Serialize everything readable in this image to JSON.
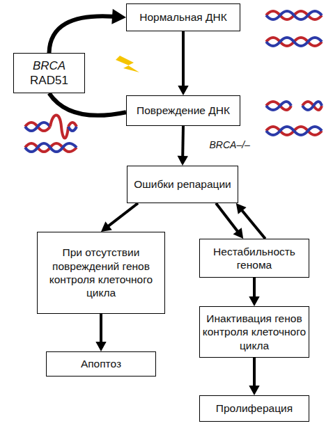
{
  "diagram": {
    "nodes": [
      {
        "text": [
          "Нормальная ДНК"
        ]
      },
      {
        "text": [
          "BRCA",
          "RAD51"
        ]
      },
      {
        "text": [
          "Повреждение ДНК"
        ]
      },
      {
        "text": [
          "Ошибки репарации"
        ]
      },
      {
        "text": [
          "При отсутствии повреждений генов контроля клеточного цикла"
        ]
      },
      {
        "text": [
          "Нестабильность генома"
        ]
      },
      {
        "text": [
          "Апоптоз"
        ]
      },
      {
        "text": [
          "Инактивация генов контроля клеточного цикла"
        ]
      },
      {
        "text": [
          "Пролиферация"
        ]
      }
    ],
    "edges": [
      {
        "from": 0,
        "to": 2,
        "arrow": "to"
      },
      {
        "from": 2,
        "to": 3,
        "label": "BRCA–/–",
        "arrow": "to"
      },
      {
        "from": 3,
        "to": 4,
        "arrow": "to"
      },
      {
        "from": 3,
        "to": 5,
        "arrow": "to"
      },
      {
        "from": 5,
        "to": 3,
        "arrow": "to"
      },
      {
        "from": 4,
        "to": 6,
        "arrow": "to"
      },
      {
        "from": 5,
        "to": 7,
        "arrow": "to"
      },
      {
        "from": 7,
        "to": 8,
        "arrow": "to"
      },
      {
        "from": 2,
        "to": 1,
        "arrow": "none"
      },
      {
        "from": 1,
        "to": 0,
        "arrow": "to"
      }
    ]
  }
}
